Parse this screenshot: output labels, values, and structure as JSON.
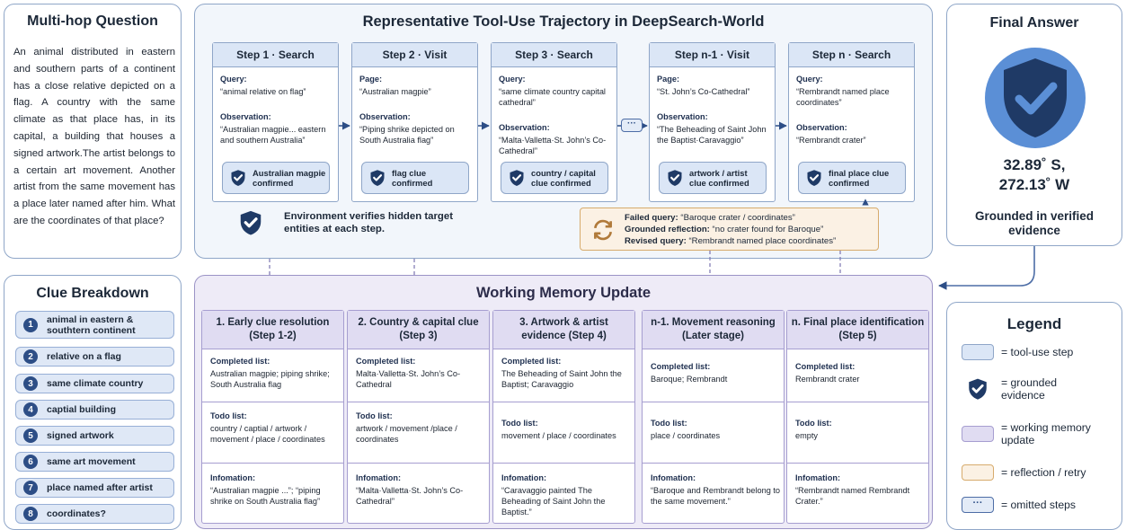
{
  "question": {
    "title": "Multi-hop Question",
    "text": "An animal distributed in eastern and southern parts of a continent has a close relative depicted on a flag. A country with the same climate as that place has, in its capital, a building that houses a signed artwork.The artist belongs to a certain art movement. Another artist from the same movement has a place later named after him. What are the coordinates of that place?"
  },
  "clues": {
    "title": "Clue Breakdown",
    "items": [
      {
        "num": "1",
        "label": "animal in eastern & southtern continent"
      },
      {
        "num": "2",
        "label": "relative on a flag"
      },
      {
        "num": "3",
        "label": "same climate country"
      },
      {
        "num": "4",
        "label": "captial building"
      },
      {
        "num": "5",
        "label": "signed artwork"
      },
      {
        "num": "6",
        "label": "same art movement"
      },
      {
        "num": "7",
        "label": "place named after artist"
      },
      {
        "num": "8",
        "label": "coordinates?"
      }
    ]
  },
  "trajectory": {
    "title": "Representative Tool-Use Trajectory in DeepSearch-World",
    "steps": [
      {
        "head": "Step 1 · Search",
        "q_label": "Query:",
        "q_text": "“animal relative on flag”",
        "o_label": "Observation:",
        "o_text": "“Australian magpie... eastern and southern Australia”",
        "badge": "Australian magpie confirmed"
      },
      {
        "head": "Step 2 · Visit",
        "q_label": "Page:",
        "q_text": "“Australian magpie”",
        "o_label": "Observation:",
        "o_text": "“Piping shrike depicted on South Australia flag”",
        "badge": "flag clue confirmed"
      },
      {
        "head": "Step 3 · Search",
        "q_label": "Query:",
        "q_text": "“same climate country capital cathedral”",
        "o_label": "Observation:",
        "o_text": "“Malta·Valletta·St. John’s Co-Cathedral”",
        "badge": "country / capital clue confirmed"
      },
      {
        "head": "Step n-1 · Visit",
        "q_label": "Page:",
        "q_text": "“St. John’s Co-Cathedral”",
        "o_label": "Observation:",
        "o_text": "“The Beheading of Saint John the Baptist·Caravaggio”",
        "badge": "artwork / artist clue confirmed"
      },
      {
        "head": "Step n · Search",
        "q_label": "Query:",
        "q_text": "“Rembrandt named place coordinates”",
        "o_label": "Observation:",
        "o_text": "“Rembrandt crater”",
        "badge": "final place clue confirmed"
      }
    ],
    "ellipsis": "···",
    "env_note": "Environment verifies hidden target entities at each step.",
    "reflection": {
      "failed_label": "Failed query:",
      "failed_text": "“Baroque crater / coordinates”",
      "grounded_label": "Grounded reflection:",
      "grounded_text": "“no crater found for Baroque”",
      "revised_label": "Revised query:",
      "revised_text": "“Rembrandt named place coordinates”"
    }
  },
  "answer": {
    "title": "Final Answer",
    "lat": "32.89˚ S,",
    "lon": "272.13˚ W",
    "grounded": "Grounded in verified evidence"
  },
  "memory": {
    "title": "Working Memory Update",
    "cards": [
      {
        "head": "1. Early clue resolution (Step 1-2)",
        "completed": "Australian magpie; piping shrike; South Australia flag",
        "todo": "country / captial / artwork / movement / place / coordinates",
        "info": "“Australian magpie ...”; “piping shrike on South Australia flag”"
      },
      {
        "head": "2. Country & capital clue (Step 3)",
        "completed": "Malta·Valletta·St. John’s Co-Cathedral",
        "todo": "artwork / movement /place / coordinates",
        "info": "“Malta·Valletta·St. John’s Co-Cathedral”"
      },
      {
        "head": "3. Artwork & artist evidence (Step 4)",
        "completed": "The Beheading of Saint John the Baptist; Caravaggio",
        "todo": "movement / place / coordinates",
        "info": "“Caravaggio painted The Beheading of Saint John the Baptist.”"
      },
      {
        "head": "n-1. Movement reasoning (Later stage)",
        "completed": "Baroque; Rembrandt",
        "todo": "place / coordinates",
        "info": "“Baroque and Rembrandt belong to the same movement.”"
      },
      {
        "head": "n. Final place identification (Step 5)",
        "completed": "Rembrandt crater",
        "todo": "empty",
        "info": "“Rembrandt named Rembrandt Crater.”"
      }
    ],
    "completed_label": "Completed list:",
    "todo_label": "Todo list:",
    "info_label": "Infomation:"
  },
  "legend": {
    "title": "Legend",
    "items": [
      {
        "label": "= tool-use step"
      },
      {
        "label": "= grounded evidence"
      },
      {
        "label": "= working memory update"
      },
      {
        "label": "= reflection / retry"
      },
      {
        "label": "= omitted steps"
      }
    ],
    "ellipsis": "···"
  },
  "colors": {
    "navy": "#1f3a66",
    "step_fill": "#dbe6f6",
    "memory_fill": "#e0dcf2",
    "reflection_fill": "#fbf1e4"
  }
}
